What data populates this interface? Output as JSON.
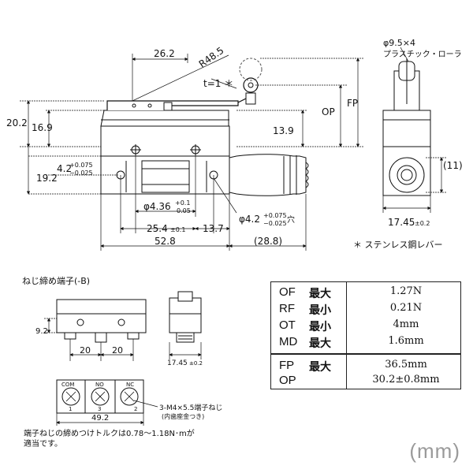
{
  "main_view": {
    "dim_26_2": "26.2",
    "dim_r48_5": "R48.5",
    "dim_t1": "t=1 ＊",
    "dim_20_2": "20.2",
    "dim_16_9": "16.9",
    "dim_13_9": "13.9",
    "dim_op": "OP",
    "dim_fp": "FP",
    "dim_4_2": "4.2",
    "dim_4_2_tol_up": "+0.075",
    "dim_4_2_tol_dn": "−0.025",
    "dim_19_2": "19.2",
    "dim_phi436": "φ4.36",
    "dim_phi436_tol_up": "+0.1",
    "dim_phi436_tol_dn": "0.05",
    "dim_phi42": "φ4.2",
    "dim_phi42_tol_up": "+0.075",
    "dim_phi42_tol_dn": "−0.025",
    "dim_phi42_suffix": "穴",
    "dim_25_4": "25.4",
    "dim_25_4_tol": "±0.1",
    "dim_13_7": "13.7",
    "dim_52_8": "52.8",
    "dim_28_8": "(28.8)"
  },
  "side_view": {
    "roller_size": "φ9.5×4",
    "roller_label": "プラスチック・ローラ",
    "dim_11": "(11)",
    "dim_17_45": "17.45",
    "dim_17_45_tol": "±0.2"
  },
  "stainless_note": "＊ ステンレス鋼レバー",
  "terminal_view": {
    "title": "ねじ締め端子(-B)",
    "dim_9_2": "9.2",
    "dim_20_a": "20",
    "dim_20_b": "20",
    "dim_17_45": "17.45",
    "dim_17_45_tol": "±0.2",
    "terminals": [
      {
        "label": "COM",
        "num": "1"
      },
      {
        "label": "NO",
        "num": "3"
      },
      {
        "label": "NC",
        "num": "2"
      }
    ],
    "dim_49_2": "49.2",
    "screw_note_1": "3-M4×5.5端子ねじ",
    "screw_note_2": "(内歯座金つき)",
    "torque_note_1": "端子ねじの締めつけトルクは0.78～1.18N･mが",
    "torque_note_2": "適当です。"
  },
  "spec_table": {
    "rows": [
      {
        "label": "OF",
        "qual": "最大",
        "value": "1.27N"
      },
      {
        "label": "RF",
        "qual": "最小",
        "value": "0.21N"
      },
      {
        "label": "OT",
        "qual": "最小",
        "value": "4mm"
      },
      {
        "label": "MD",
        "qual": "最大",
        "value": "1.6mm"
      },
      {
        "label": "FP",
        "qual": "最大",
        "value": "36.5mm"
      },
      {
        "label": "OP",
        "qual": "",
        "value": "30.2±0.8mm"
      }
    ]
  },
  "unit": "(mm)"
}
